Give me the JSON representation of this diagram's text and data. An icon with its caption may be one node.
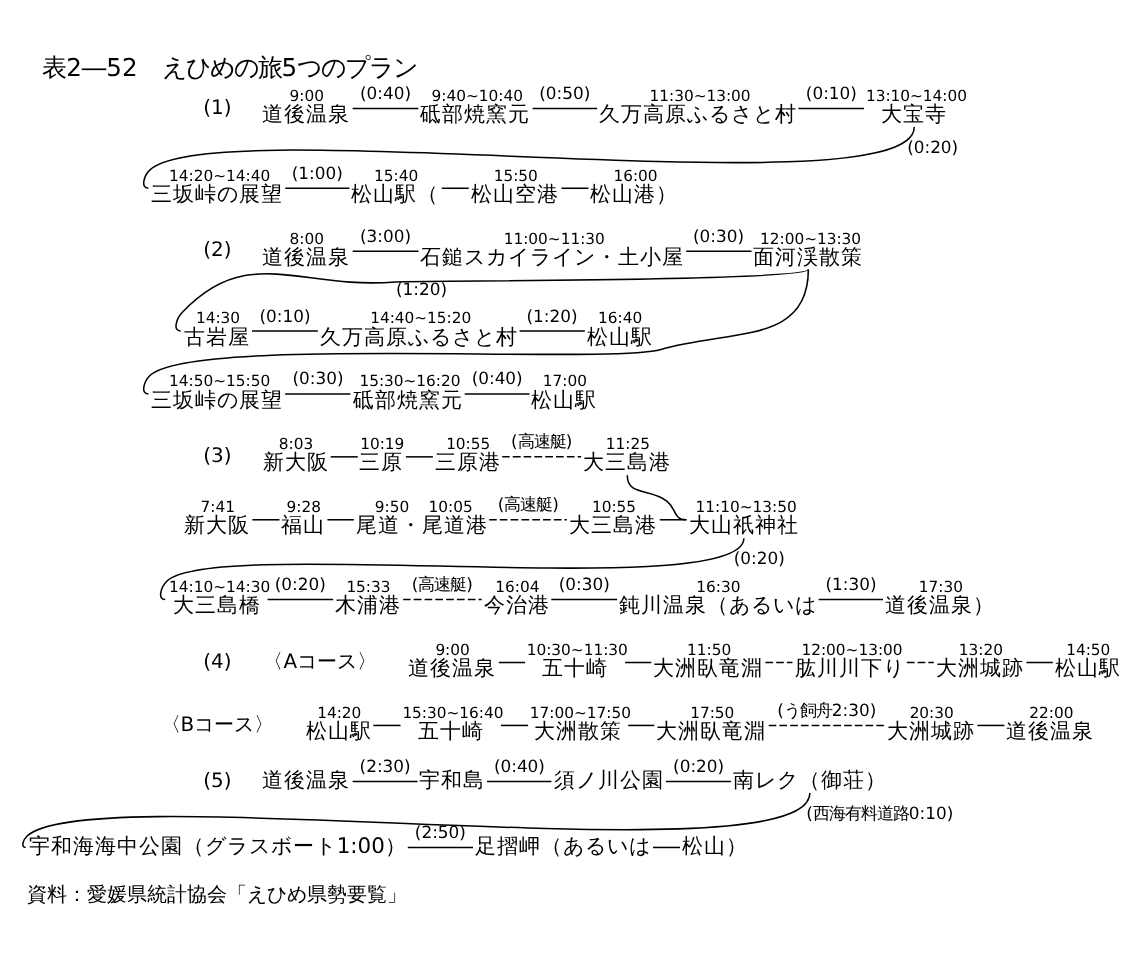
{
  "diagram": {
    "title": "表2―52　えひめの旅5つのプラン",
    "nodes": [
      {
        "text": [
          "道後温泉"
        ],
        "beside": [
          "9:00"
        ]
      },
      {
        "text": [
          "砥部焼窯元"
        ],
        "beside": [
          "9:40~10:40"
        ]
      },
      {
        "text": [
          "久万高原ふるさと村"
        ],
        "beside": [
          "11:30~13:00"
        ]
      },
      {
        "text": [
          "大宝寺"
        ],
        "beside": [
          "13:10~14:00"
        ]
      },
      {
        "text": [
          "三坂峠の展望"
        ],
        "beside": [
          "14:20~14:40"
        ]
      },
      {
        "text": [
          "松山駅（"
        ],
        "beside": [
          "15:40"
        ]
      },
      {
        "text": [
          "松山空港"
        ],
        "beside": [
          "15:50"
        ]
      },
      {
        "text": [
          "松山港）"
        ],
        "beside": [
          "16:00"
        ]
      },
      {
        "text": [
          "道後温泉"
        ],
        "beside": [
          "8:00"
        ]
      },
      {
        "text": [
          "石鎚スカイライン・土小屋"
        ],
        "beside": [
          "11:00~11:30"
        ]
      },
      {
        "text": [
          "面河渓散策"
        ],
        "beside": [
          "12:00~13:30"
        ]
      },
      {
        "text": [
          "古岩屋"
        ],
        "beside": [
          "14:30"
        ]
      },
      {
        "text": [
          "久万高原ふるさと村"
        ],
        "beside": [
          "14:40~15:20"
        ]
      },
      {
        "text": [
          "松山駅"
        ],
        "beside": [
          "16:40"
        ]
      },
      {
        "text": [
          "三坂峠の展望"
        ],
        "beside": [
          "14:50~15:50"
        ]
      },
      {
        "text": [
          "砥部焼窯元"
        ],
        "beside": [
          "15:30~16:20"
        ]
      },
      {
        "text": [
          "松山駅"
        ],
        "beside": [
          "17:00"
        ]
      },
      {
        "text": [
          "新大阪"
        ],
        "beside": [
          "8:03"
        ]
      },
      {
        "text": [
          "三原"
        ],
        "beside": [
          "10:19"
        ]
      },
      {
        "text": [
          "三原港"
        ],
        "beside": [
          "10:55"
        ]
      },
      {
        "text": [
          "大三島港"
        ],
        "beside": [
          "11:25"
        ]
      },
      {
        "text": [
          "大山祇神社"
        ],
        "beside": [
          "11:10~13:50"
        ]
      },
      {
        "text": [
          "新大阪"
        ],
        "beside": [
          "7:41"
        ]
      },
      {
        "text": [
          "福山"
        ],
        "beside": [
          "9:28"
        ]
      },
      {
        "text": [
          "尾道・尾道港"
        ],
        "beside": [
          "9:50",
          "10:05"
        ]
      },
      {
        "text": [
          "大三島港"
        ],
        "beside": [
          "10:55"
        ]
      },
      {
        "text": [
          "大三島橋"
        ],
        "beside": [
          "14:10~14:30"
        ]
      },
      {
        "text": [
          "木浦港"
        ],
        "beside": [
          "15:33"
        ]
      },
      {
        "text": [
          "今治港"
        ],
        "beside": [
          "16:04"
        ]
      },
      {
        "text": [
          "鈍川温泉（あるいは"
        ],
        "beside": [
          "16:30"
        ]
      },
      {
        "text": [
          "道後温泉）"
        ],
        "beside": [
          "17:30"
        ]
      },
      {
        "text": [
          "道後温泉"
        ],
        "beside": [
          "9:00"
        ]
      },
      {
        "text": [
          "五十崎"
        ],
        "beside": [
          "10:30~11:30"
        ]
      },
      {
        "text": [
          "大洲臥竜淵"
        ],
        "beside": [
          "11:50"
        ]
      },
      {
        "text": [
          "肱川川下り"
        ],
        "beside": [
          "12:00~13:00"
        ]
      },
      {
        "text": [
          "大洲城跡"
        ],
        "beside": [
          "13:20"
        ]
      },
      {
        "text": [
          "松山駅"
        ],
        "beside": [
          "14:50"
        ]
      },
      {
        "text": [
          "松山駅"
        ],
        "beside": [
          "14:20"
        ]
      },
      {
        "text": [
          "五十崎"
        ],
        "beside": [
          "15:30~16:40"
        ]
      },
      {
        "text": [
          "大洲散策"
        ],
        "beside": [
          "17:00~17:50"
        ]
      },
      {
        "text": [
          "大洲臥竜淵"
        ],
        "beside": [
          "17:50"
        ]
      },
      {
        "text": [
          "大洲城跡"
        ],
        "beside": [
          "20:30"
        ]
      },
      {
        "text": [
          "道後温泉"
        ],
        "beside": [
          "22:00"
        ]
      },
      {
        "text": [
          "道後温泉"
        ]
      },
      {
        "text": [
          "宇和島"
        ]
      },
      {
        "text": [
          "須ノ川公園"
        ]
      },
      {
        "text": [
          "南レク（御荘）"
        ]
      },
      {
        "text": [
          "宇和海海中公園（グラスボート1:00）"
        ]
      },
      {
        "text": [
          "足摺岬（あるいは"
        ]
      },
      {
        "text": [
          "松山）"
        ]
      }
    ],
    "edges": [
      {
        "from": 0,
        "to": 1,
        "arrow": "none",
        "label": "(0:40)"
      },
      {
        "from": 1,
        "to": 2,
        "arrow": "none",
        "label": "(0:50)"
      },
      {
        "from": 2,
        "to": 3,
        "arrow": "none",
        "label": "(0:10)"
      },
      {
        "from": 3,
        "to": 4,
        "arrow": "none",
        "label": "(0:20)"
      },
      {
        "from": 4,
        "to": 5,
        "arrow": "none",
        "label": "(1:00)"
      },
      {
        "from": 5,
        "to": 6,
        "arrow": "none"
      },
      {
        "from": 6,
        "to": 7,
        "arrow": "none"
      },
      {
        "from": 8,
        "to": 9,
        "arrow": "none",
        "label": "(3:00)"
      },
      {
        "from": 9,
        "to": 10,
        "arrow": "none",
        "label": "(0:30)"
      },
      {
        "from": 10,
        "to": 11,
        "arrow": "none",
        "label": "(1:20)"
      },
      {
        "from": 10,
        "to": 14,
        "arrow": "none"
      },
      {
        "from": 11,
        "to": 12,
        "arrow": "none",
        "label": "(0:10)"
      },
      {
        "from": 12,
        "to": 13,
        "arrow": "none",
        "label": "(1:20)"
      },
      {
        "from": 14,
        "to": 15,
        "arrow": "none",
        "label": "(0:30)"
      },
      {
        "from": 15,
        "to": 16,
        "arrow": "none",
        "label": "(0:40)"
      },
      {
        "from": 17,
        "to": 18,
        "arrow": "none"
      },
      {
        "from": 18,
        "to": 19,
        "arrow": "none"
      },
      {
        "from": 19,
        "to": 20,
        "arrow": "none",
        "style": "dashed",
        "label": "(高速艇)"
      },
      {
        "from": 20,
        "to": 21,
        "arrow": "none"
      },
      {
        "from": 22,
        "to": 23,
        "arrow": "none"
      },
      {
        "from": 23,
        "to": 24,
        "arrow": "none"
      },
      {
        "from": 24,
        "to": 25,
        "arrow": "none",
        "style": "dashed",
        "label": "(高速艇)"
      },
      {
        "from": 25,
        "to": 21,
        "arrow": "none"
      },
      {
        "from": 21,
        "to": 26,
        "arrow": "none",
        "label": "(0:20)"
      },
      {
        "from": 26,
        "to": 27,
        "arrow": "none",
        "label": "(0:20)"
      },
      {
        "from": 27,
        "to": 28,
        "arrow": "none",
        "style": "dashed",
        "label": "(高速艇)"
      },
      {
        "from": 28,
        "to": 29,
        "arrow": "none",
        "label": "(0:30)"
      },
      {
        "from": 29,
        "to": 30,
        "arrow": "none",
        "label": "(1:30)"
      },
      {
        "from": 31,
        "to": 32,
        "arrow": "none"
      },
      {
        "from": 32,
        "to": 33,
        "arrow": "none"
      },
      {
        "from": 33,
        "to": 34,
        "arrow": "none",
        "style": "dashed"
      },
      {
        "from": 34,
        "to": 35,
        "arrow": "none",
        "style": "dashed"
      },
      {
        "from": 35,
        "to": 36,
        "arrow": "none"
      },
      {
        "from": 37,
        "to": 38,
        "arrow": "none"
      },
      {
        "from": 38,
        "to": 39,
        "arrow": "none"
      },
      {
        "from": 39,
        "to": 40,
        "arrow": "none"
      },
      {
        "from": 40,
        "to": 41,
        "arrow": "none",
        "style": "dashed",
        "label": "(う飼舟2:30)"
      },
      {
        "from": 41,
        "to": 42,
        "arrow": "none"
      },
      {
        "from": 43,
        "to": 44,
        "arrow": "none",
        "label": "(2:30)"
      },
      {
        "from": 44,
        "to": 45,
        "arrow": "none",
        "label": "(0:40)"
      },
      {
        "from": 45,
        "to": 46,
        "arrow": "none",
        "label": "(0:20)"
      },
      {
        "from": 46,
        "to": 47,
        "arrow": "none",
        "label": "(西海有料道路0:10)"
      },
      {
        "from": 47,
        "to": 48,
        "arrow": "none",
        "label": "(2:50)"
      },
      {
        "from": 48,
        "to": 49,
        "arrow": "none"
      }
    ],
    "labels": [
      "(1)",
      "(2)",
      "(3)",
      "(4)",
      "〈Aコース〉",
      "〈Bコース〉",
      "(5)",
      "資料：愛媛県統計協会「えひめ県勢要覧」"
    ]
  }
}
